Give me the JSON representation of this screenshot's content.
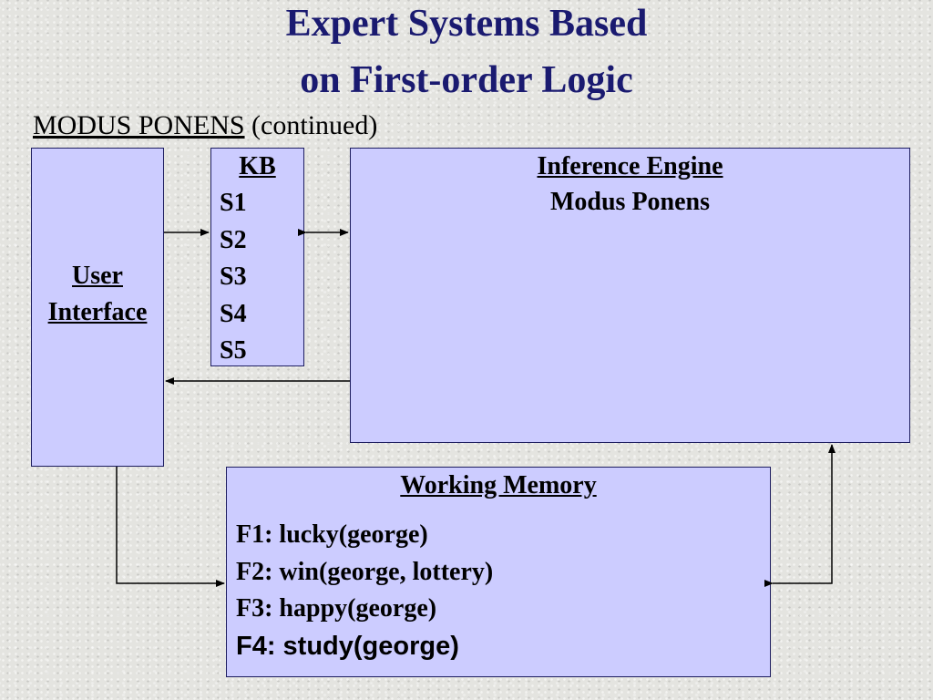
{
  "title": {
    "line1": "Expert Systems Based",
    "line2": "on First-order Logic"
  },
  "subtitle": {
    "underlined": "MODUS PONENS",
    "rest": " (continued)"
  },
  "user_interface": {
    "line1": "User",
    "line2": "Interface"
  },
  "kb": {
    "heading": "KB",
    "items": [
      "S1",
      "S2",
      "S3",
      "S4",
      "S5"
    ]
  },
  "inference_engine": {
    "heading": "Inference Engine",
    "subheading": "Modus Ponens"
  },
  "working_memory": {
    "heading": "Working Memory",
    "facts": [
      "F1: lucky(george)",
      "F2: win(george, lottery)",
      "F3: happy(george)",
      "F4: study(george)"
    ]
  },
  "colors": {
    "title": "#1a1a70",
    "box_fill": "#ccccff",
    "box_border": "#1e1e60"
  }
}
